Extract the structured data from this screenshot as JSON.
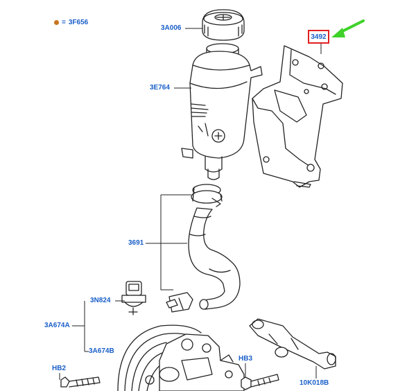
{
  "legend": {
    "symbol_text": "=",
    "code": "3F656",
    "dot_color": "#c8741e"
  },
  "labels": {
    "cap": "3A006",
    "reservoir": "3E764",
    "bracket": "3492",
    "hose": "3691",
    "sensor": "3N824",
    "pump_a": "3A674A",
    "pump_b": "3A674B",
    "bolt_left": "HB2",
    "bolt_right": "HB3",
    "bracket_lower": "10K018B"
  },
  "colors": {
    "label": "#1a5fc8",
    "highlight_box": "#e02020",
    "arrow": "#3fd22a",
    "line": "#222222"
  }
}
